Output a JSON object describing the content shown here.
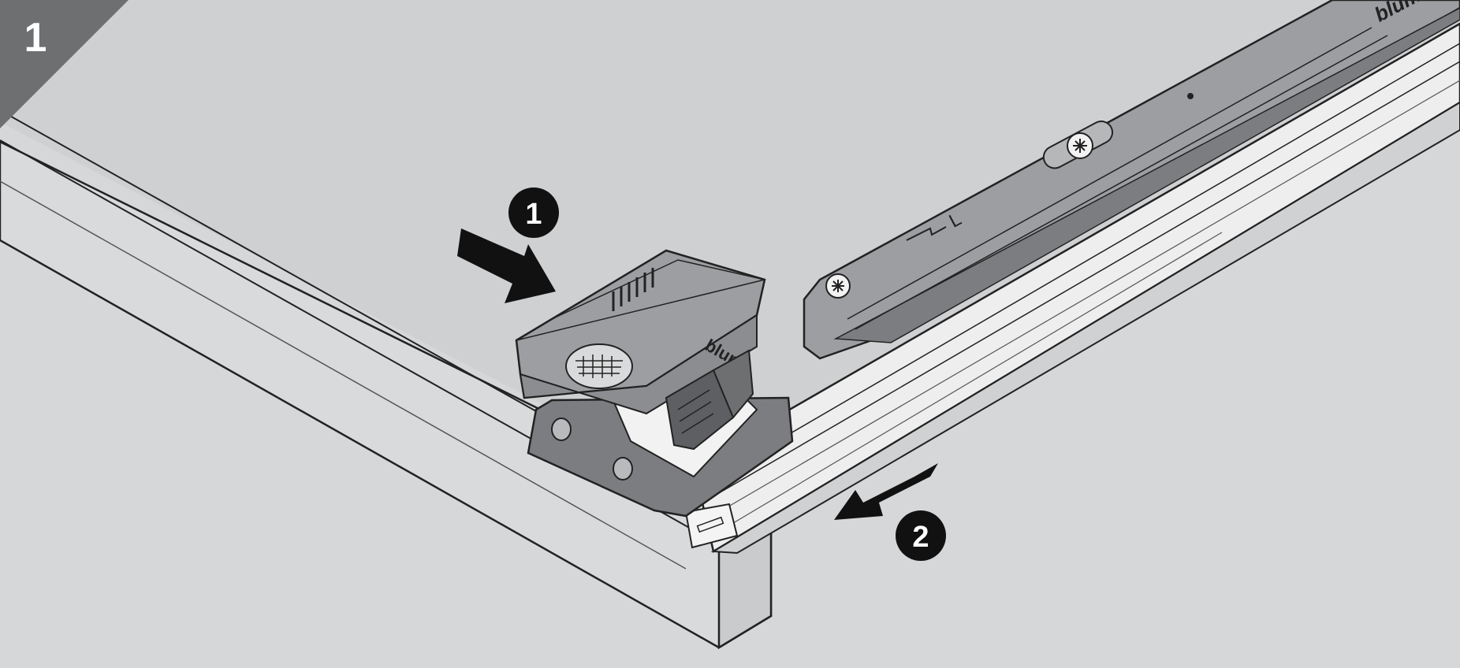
{
  "step_number": "1",
  "callouts": [
    {
      "number": "1",
      "action": "push-in"
    },
    {
      "number": "2",
      "action": "pull-out"
    }
  ],
  "brand_marks": {
    "coupling_logo": "blum",
    "runner_logo": "blum"
  },
  "runner_marking": "L",
  "colors": {
    "background": "#d6d7d8",
    "panel_top": "#cfd0d1",
    "step_badge": "#6e6f71",
    "component_gray": "#9c9ea1",
    "dark_gray": "#5d5f62",
    "runner_light": "#ececec",
    "callout_black": "#111111"
  }
}
